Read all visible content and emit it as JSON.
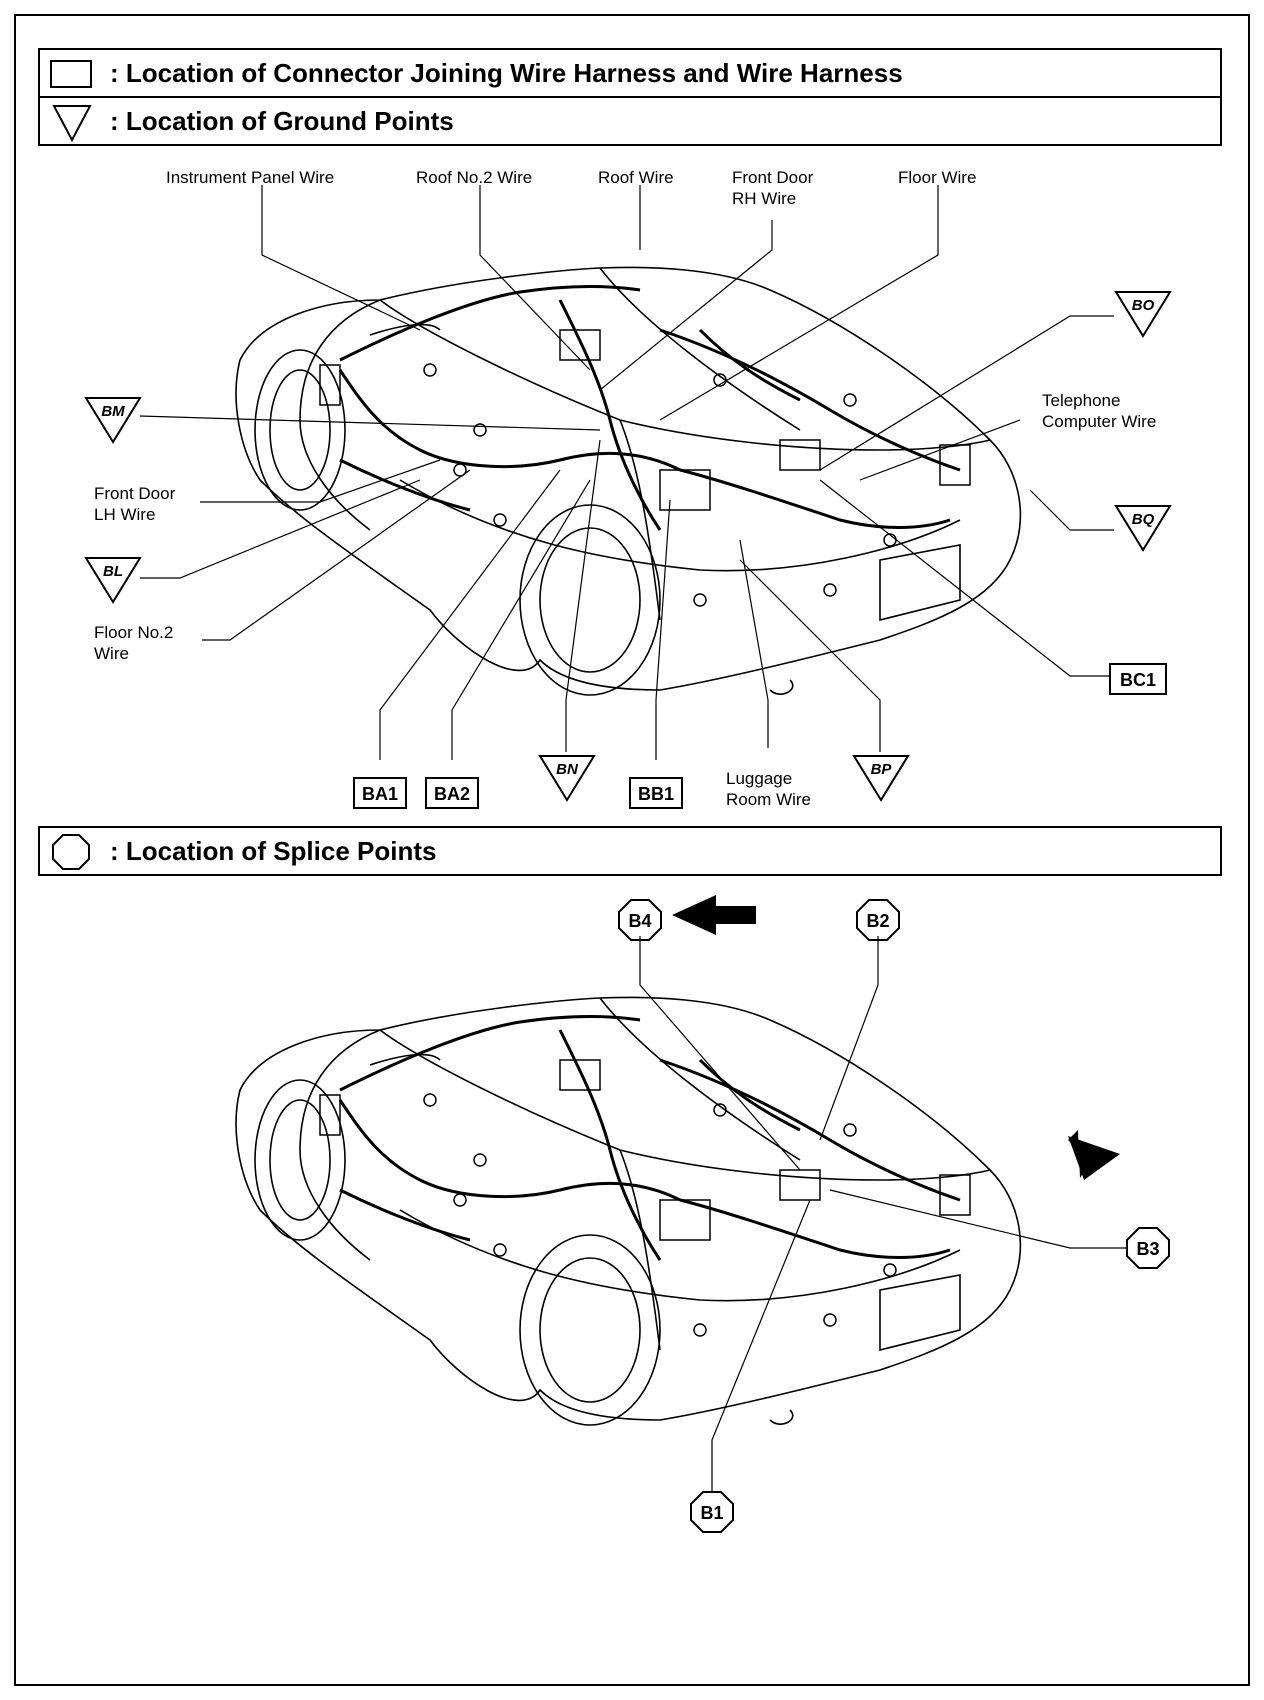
{
  "legend": {
    "connector": ": Location of Connector Joining Wire Harness and Wire Harness",
    "ground": ": Location of Ground Points",
    "splice": ": Location of Splice Points"
  },
  "wire_labels": {
    "instrument_panel": "Instrument Panel Wire",
    "roof_no2": "Roof No.2 Wire",
    "roof": "Roof Wire",
    "front_door_rh_1": "Front Door",
    "front_door_rh_2": "RH Wire",
    "floor": "Floor Wire",
    "telephone_1": "Telephone",
    "telephone_2": "Computer Wire",
    "front_door_lh_1": "Front Door",
    "front_door_lh_2": "LH Wire",
    "floor_no2_1": "Floor No.2",
    "floor_no2_2": "Wire",
    "luggage_1": "Luggage",
    "luggage_2": "Room Wire"
  },
  "connectors": {
    "ba1": "BA1",
    "ba2": "BA2",
    "bb1": "BB1",
    "bc1": "BC1"
  },
  "grounds": {
    "bm": "BM",
    "bl": "BL",
    "bn": "BN",
    "bp": "BP",
    "bo": "BO",
    "bq": "BQ"
  },
  "splices": {
    "b1": "B1",
    "b2": "B2",
    "b3": "B3",
    "b4": "B4"
  }
}
